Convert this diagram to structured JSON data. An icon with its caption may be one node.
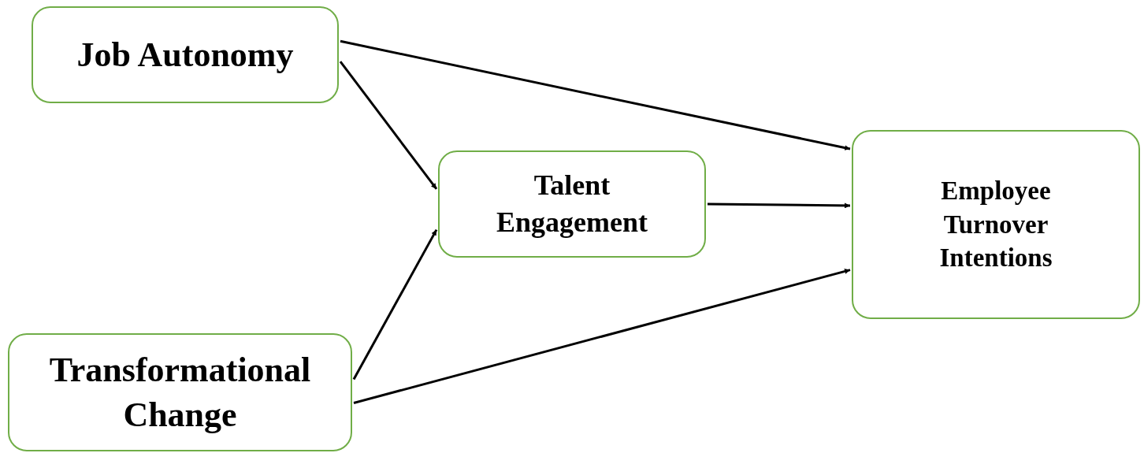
{
  "diagram": {
    "nodes": [
      {
        "text": [
          "Job Autonomy"
        ]
      },
      {
        "text": [
          "Talent Engagement"
        ]
      },
      {
        "text": [
          "Employee Turnover Intentions"
        ]
      },
      {
        "text": [
          "Transformational Change"
        ]
      }
    ],
    "edges": [
      {
        "from": 0,
        "to": 2,
        "arrow": "to"
      },
      {
        "from": 0,
        "to": 1,
        "arrow": "to"
      },
      {
        "from": 1,
        "to": 2,
        "arrow": "to"
      },
      {
        "from": 3,
        "to": 1,
        "arrow": "to"
      },
      {
        "from": 3,
        "to": 2,
        "arrow": "to"
      }
    ]
  }
}
